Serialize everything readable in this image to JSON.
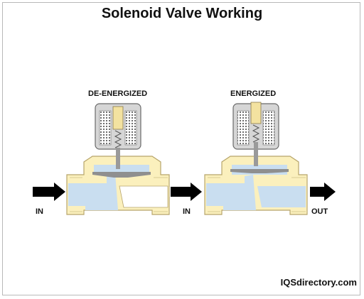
{
  "title": "Solenoid Valve Working",
  "states": {
    "de_energized": "DE-ENERGIZED",
    "energized": "ENERGIZED"
  },
  "flow_labels": {
    "inlet_left": "IN",
    "inlet_right": "IN",
    "outlet_right": "OUT"
  },
  "brand": "IQSdirectory.com",
  "colors": {
    "body": "#fbf0bd",
    "body_stroke": "#b7a56b",
    "fluid": "#c9def0",
    "coil": "#d6d6d6",
    "coil_stroke": "#6a6a6a",
    "plunger": "#f3e2a0",
    "arrow": "#000000"
  },
  "icons": [
    "solenoid-valve-de-energized",
    "solenoid-valve-energized",
    "flow-arrow-icon"
  ]
}
